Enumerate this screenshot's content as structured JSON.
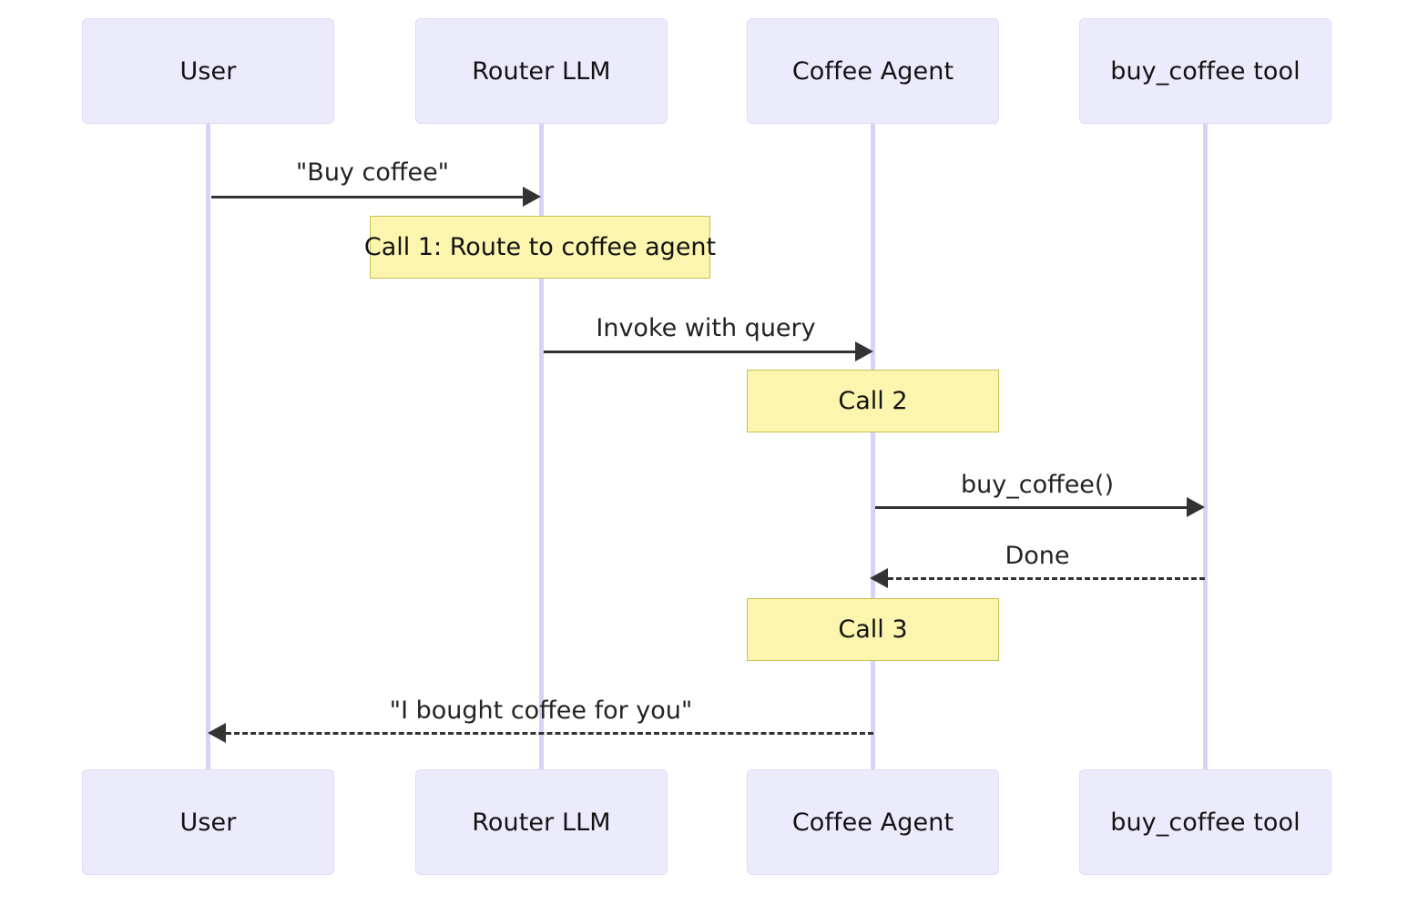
{
  "diagram": {
    "type": "sequence-diagram",
    "title": "",
    "background_color": "#ffffff",
    "participant_fill": "#ecebfc",
    "participant_border": "#dedafb",
    "note_fill": "#fbf5ad",
    "note_border": "#c9bf53",
    "line_color": "#333333",
    "lifeline_color": "#d7d2f7"
  },
  "participants": [
    {
      "id": "user",
      "label": "User"
    },
    {
      "id": "router",
      "label": "Router LLM"
    },
    {
      "id": "agent",
      "label": "Coffee Agent"
    },
    {
      "id": "tool",
      "label": "buy_coffee tool"
    }
  ],
  "participants_bottom": [
    {
      "id": "user",
      "label": "User"
    },
    {
      "id": "router",
      "label": "Router LLM"
    },
    {
      "id": "agent",
      "label": "Coffee Agent"
    },
    {
      "id": "tool",
      "label": "buy_coffee tool"
    }
  ],
  "messages": [
    {
      "id": "m1",
      "from": "user",
      "to": "router",
      "label": "\"Buy coffee\"",
      "style": "solid",
      "direction": "right"
    },
    {
      "id": "m2",
      "from": "router",
      "to": "agent",
      "label": "Invoke with query",
      "style": "solid",
      "direction": "right"
    },
    {
      "id": "m3",
      "from": "agent",
      "to": "tool",
      "label": "buy_coffee()",
      "style": "solid",
      "direction": "right"
    },
    {
      "id": "m4",
      "from": "tool",
      "to": "agent",
      "label": "Done",
      "style": "dashed",
      "direction": "left"
    },
    {
      "id": "m5",
      "from": "agent",
      "to": "user",
      "label": "\"I bought coffee for you\"",
      "style": "dashed",
      "direction": "left"
    }
  ],
  "notes": [
    {
      "id": "n1",
      "over": "router",
      "label": "Call 1: Route to coffee agent"
    },
    {
      "id": "n2",
      "over": "agent",
      "label": "Call 2"
    },
    {
      "id": "n3",
      "over": "agent",
      "label": "Call 3"
    }
  ]
}
